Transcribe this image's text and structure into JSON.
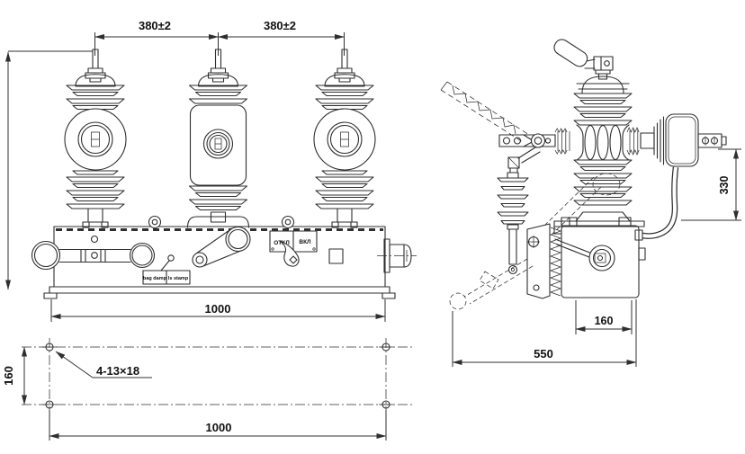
{
  "meta": {
    "drawing_type": "outline drawing of three-phase pole-mounted vacuum circuit breaker",
    "line_color": "#2f2f2f",
    "background_color": "#ffffff"
  },
  "front_view": {
    "pitch_left": "380±2",
    "pitch_right": "380±2",
    "base_width": "1000",
    "indicator_off": "ОТКЛ",
    "indicator_on": "ВКЛ",
    "nameplate_left": "bag damp",
    "nameplate_right": "ls stamp"
  },
  "mounting_view": {
    "row_spacing": "160",
    "slot_note": "4-13×18",
    "hole_span": "1000"
  },
  "side_view": {
    "terminal_height": "330",
    "box_depth": "160",
    "overall_depth": "550"
  }
}
